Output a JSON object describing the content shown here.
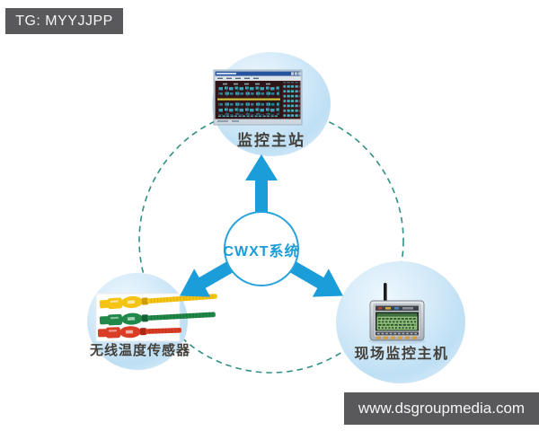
{
  "tag": {
    "label": "TG: MYYJJPP",
    "bg": "#59595b"
  },
  "watermark": {
    "label": "www.dsgroupmedia.com",
    "bg": "#59595b"
  },
  "diagram": {
    "center_node": {
      "label": "CWXT系统",
      "text_color": "#1a9cd8"
    },
    "nodes": {
      "top": {
        "label": "监控主站",
        "image": "scada-monitoring-software-screenshot"
      },
      "left": {
        "label": "无线温度传感器",
        "image": "three-cable-tie-temperature-sensors"
      },
      "right": {
        "label": "现场监控主机",
        "image": "field-monitoring-host-with-antenna"
      }
    },
    "colors": {
      "arrow": "#1b9dd9",
      "center_circle_stroke": "#29a3dc",
      "dashed_ring": "#2f9186",
      "bubble_fill": "#cbe6f7",
      "sensor_yellow": "#f5c413",
      "sensor_green": "#208848",
      "sensor_red": "#da3d26",
      "screen_canvas": "#2f1517",
      "lcd_green": "#8fbf7a"
    }
  }
}
